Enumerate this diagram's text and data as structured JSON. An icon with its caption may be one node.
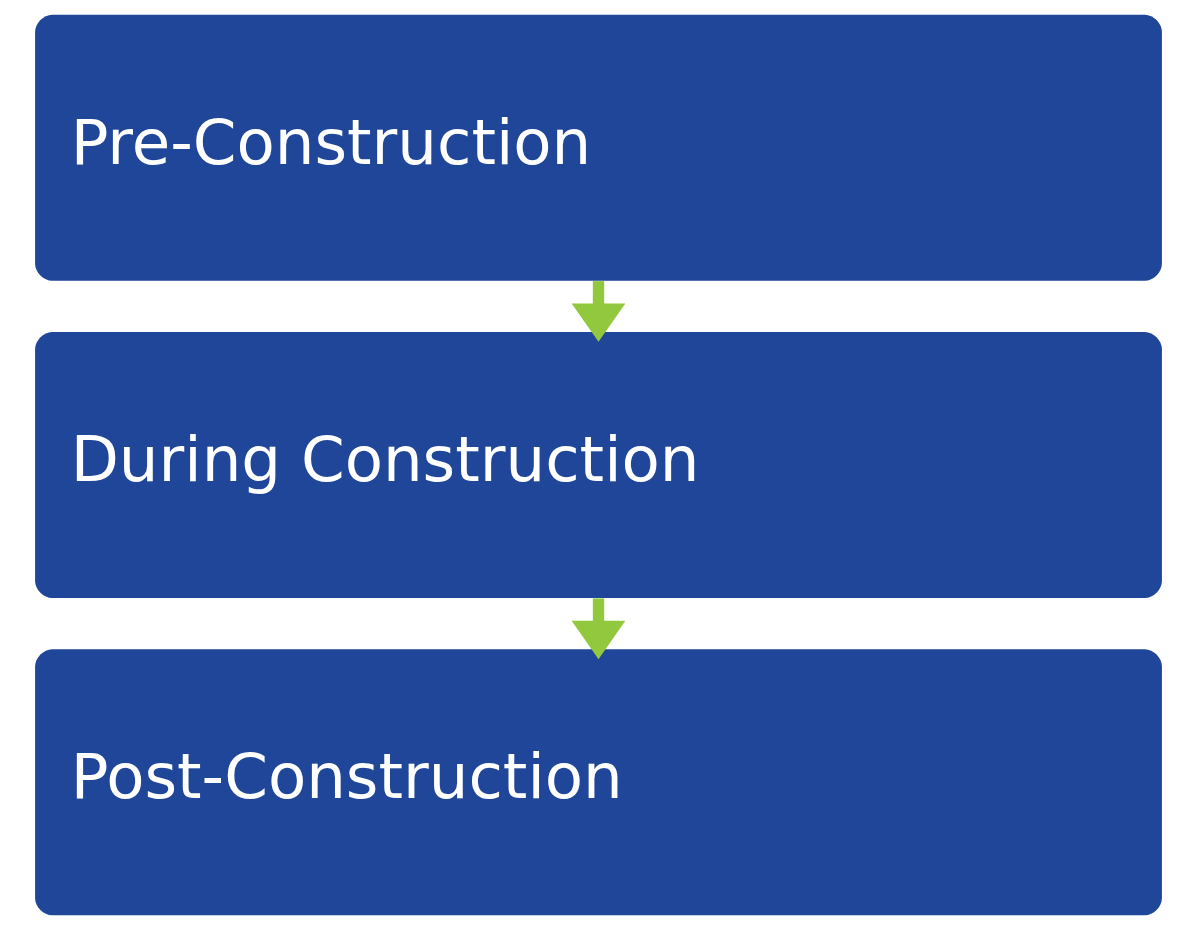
{
  "diagram": {
    "nodes": [
      {
        "text": [
          "Pre-Construction"
        ]
      },
      {
        "text": [
          "During Construction"
        ]
      },
      {
        "text": [
          "Post-Construction"
        ]
      }
    ],
    "edges": [
      {
        "from": 0,
        "to": 1,
        "arrow": "to"
      },
      {
        "from": 1,
        "to": 2,
        "arrow": "to"
      }
    ]
  }
}
